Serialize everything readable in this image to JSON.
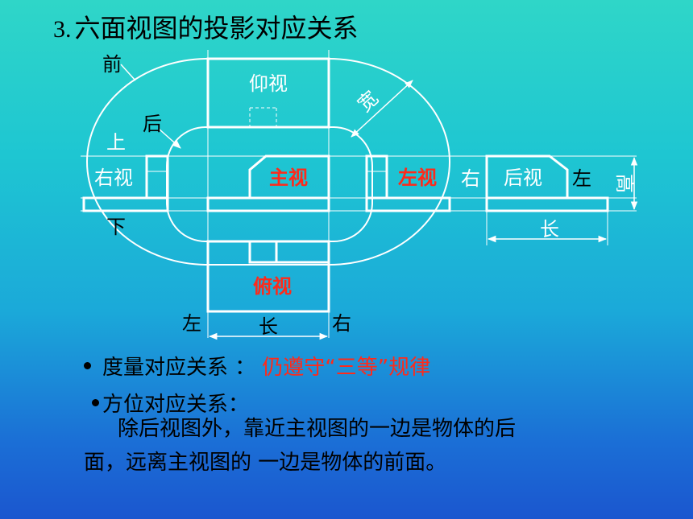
{
  "title": {
    "number": "3.",
    "text": "六面视图的投影对应关系"
  },
  "views": {
    "top": "仰视",
    "front": "主视",
    "left": "左视",
    "right": "右视",
    "back": "后视",
    "bottom": "俯视"
  },
  "labels": {
    "front_dir": "前",
    "back_dir": "后",
    "up": "上",
    "down": "下",
    "left_dir": "左",
    "right_dir": "右",
    "width": "宽",
    "length": "长",
    "height": "高"
  },
  "bullets": {
    "measure_label": "度量对应关系 ：",
    "measure_value": "仍遵守“三等”规律",
    "orient_label": "方位对应关系：",
    "orient_line1": "除后视图外，靠近主视图的一边是物体的后",
    "orient_line2": "面，远离主视图的 一边是物体的前面。"
  },
  "colors": {
    "line": "#ffffff",
    "text": "#000000",
    "highlight": "#ff2a1a",
    "view_text": "#ffffff"
  }
}
